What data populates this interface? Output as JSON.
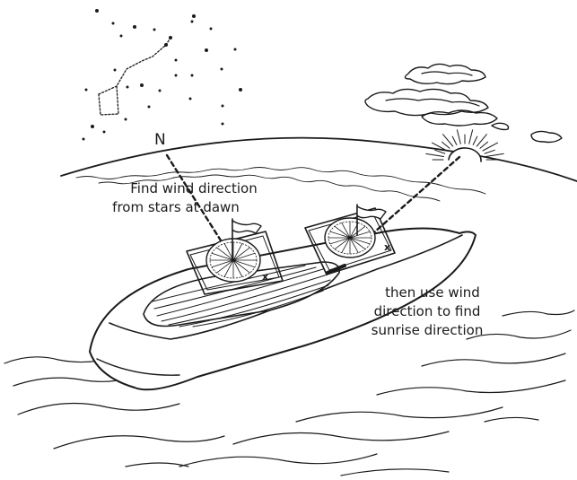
{
  "labels": {
    "north": "N",
    "stars_note_line1": "Find wind direction",
    "stars_note_line2": "from stars at dawn",
    "sunrise_note_line1": "then use wind",
    "sunrise_note_line2": "direction to find",
    "sunrise_note_line3": "sunrise direction"
  },
  "compass_marks": {
    "left": "x",
    "right": "x"
  },
  "colors": {
    "ink": "#1a1a1a",
    "background": "#ffffff",
    "card": "#f4f4f4"
  }
}
